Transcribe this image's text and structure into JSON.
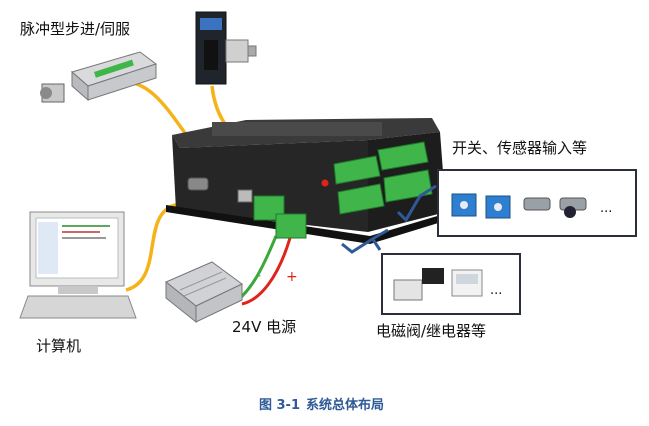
{
  "labels": {
    "stepper_servo": "脉冲型步进/伺服",
    "sensors": "开关、传感器输入等",
    "computer": "计算机",
    "power": "24V 电源",
    "valve_relay": "电磁阀/继电器等",
    "ellipsis_sensors": "...",
    "ellipsis_valves": "...",
    "polarity_minus": "-",
    "polarity_plus": "+"
  },
  "caption": {
    "figure_no": "图 3-1",
    "title": "系统总体布局"
  },
  "colors": {
    "signal_wire": "#f5b31a",
    "power_positive": "#e0231b",
    "power_negative": "#3aa83a",
    "bracket": "#2f5a97",
    "box_border": "#2b2f3a",
    "controller_body": "#2a2a2a",
    "terminal_green": "#3fb54a",
    "caption_color": "#2f5a97"
  },
  "icons": [
    "stepper-driver-icon",
    "servo-motor-icon",
    "controller-icon",
    "computer-icon",
    "power-supply-icon",
    "sensor-icon",
    "solenoid-valve-icon",
    "relay-icon"
  ]
}
